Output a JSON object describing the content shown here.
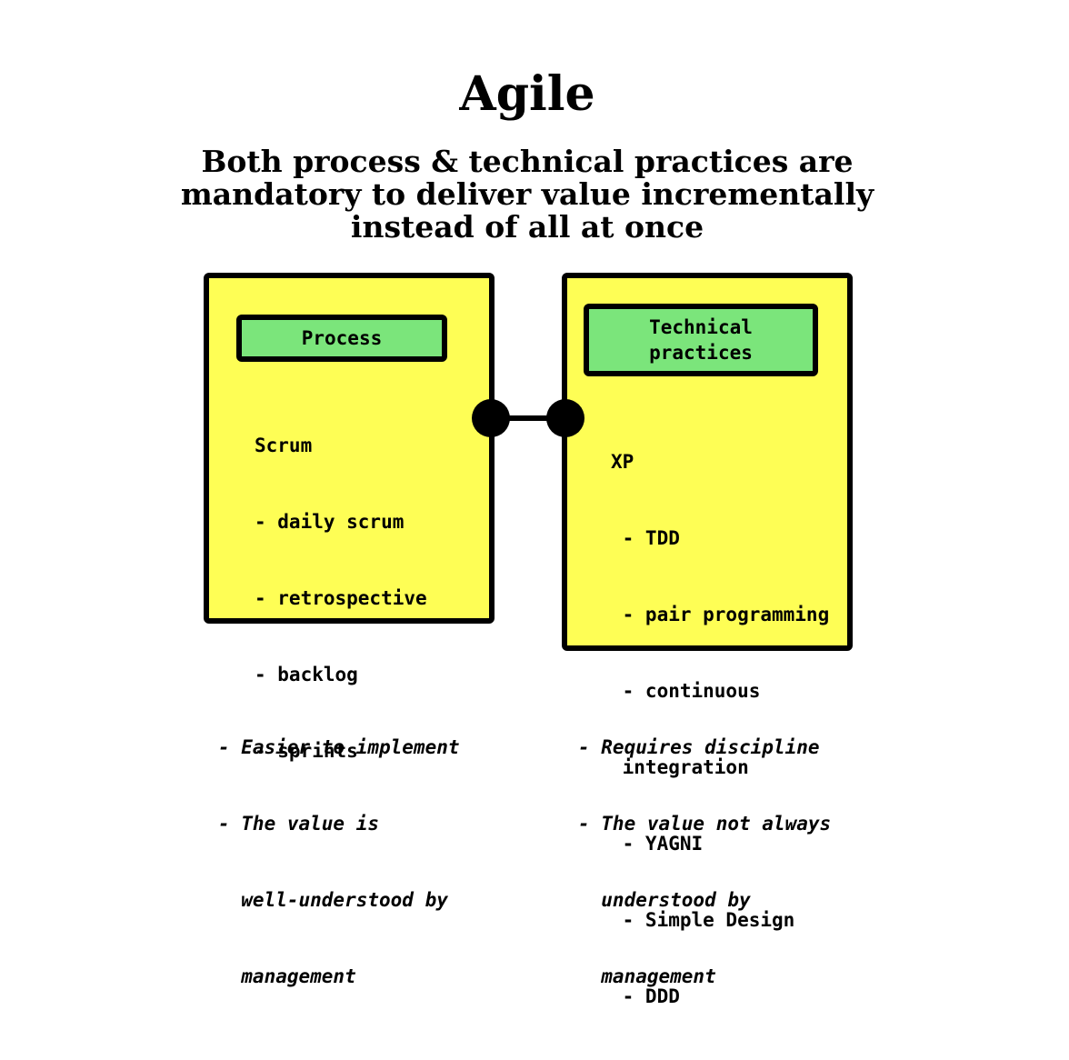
{
  "title": "Agile",
  "subtitle": {
    "line1": "Both process & technical practices are",
    "line2": "mandatory to deliver value incrementally",
    "line3": "instead of all at once"
  },
  "process": {
    "header": "Process",
    "lines": [
      "Scrum",
      "- daily scrum",
      "- retrospective",
      "- backlog",
      "- sprints"
    ],
    "notes": [
      "- Easier to implement",
      "- The value is",
      "  well-understood by",
      "  management"
    ]
  },
  "technical": {
    "header_line1": "Technical",
    "header_line2": "practices",
    "lines": [
      "XP",
      " - TDD",
      " - pair programming",
      " - continuous",
      " integration",
      " - YAGNI",
      " - Simple Design",
      " - DDD"
    ],
    "notes": [
      "- Requires discipline",
      "- The value not always",
      "  understood by",
      "  management"
    ]
  },
  "colors": {
    "box_fill": "#fefe55",
    "header_fill": "#7be57b",
    "outline": "#000000"
  }
}
